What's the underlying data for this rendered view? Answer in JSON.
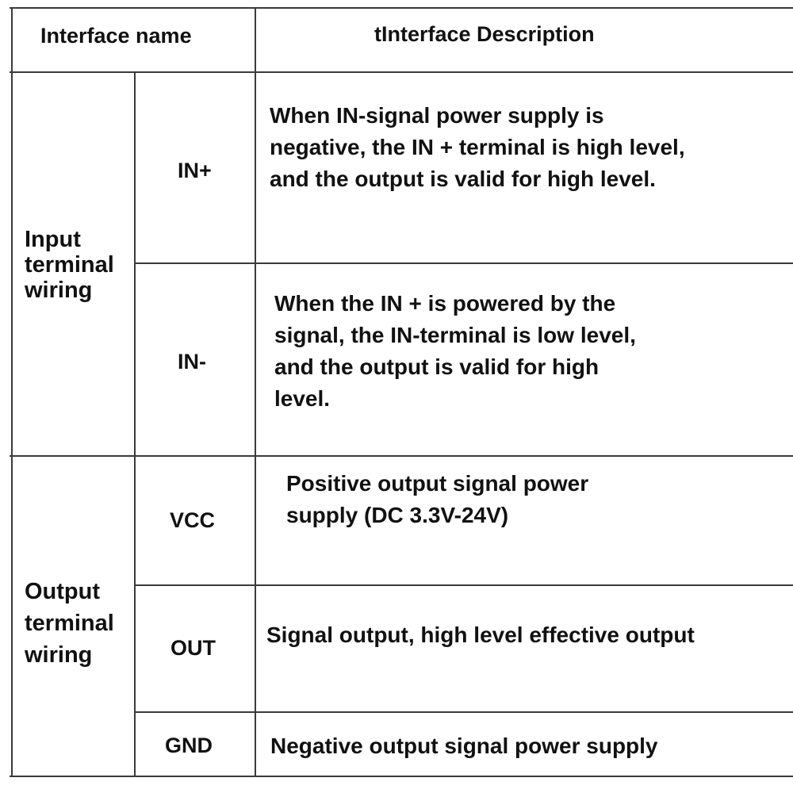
{
  "table": {
    "headers": {
      "name": "Interface name",
      "description": "tInterface Description"
    },
    "groups": [
      {
        "label_lines": [
          "Input",
          "terminal",
          "wiring"
        ],
        "rows": [
          {
            "name": "IN+",
            "description_lines": [
              "When IN-signal power supply is",
              "negative, the IN + terminal is high level,",
              "and the output is valid for high level."
            ]
          },
          {
            "name": "IN-",
            "description_lines": [
              "When the IN + is powered by the",
              "signal, the IN-terminal is low level,",
              "and the output is valid for high",
              "level."
            ]
          }
        ]
      },
      {
        "label_lines": [
          "Output",
          "terminal",
          "wiring"
        ],
        "rows": [
          {
            "name": "VCC",
            "description_lines": [
              "Positive output signal power",
              "supply (DC 3.3V-24V)"
            ]
          },
          {
            "name": "OUT",
            "description_lines": [
              "Signal output, high level effective output"
            ]
          },
          {
            "name": "GND",
            "description_lines": [
              "Negative output signal power supply"
            ]
          }
        ]
      }
    ]
  }
}
